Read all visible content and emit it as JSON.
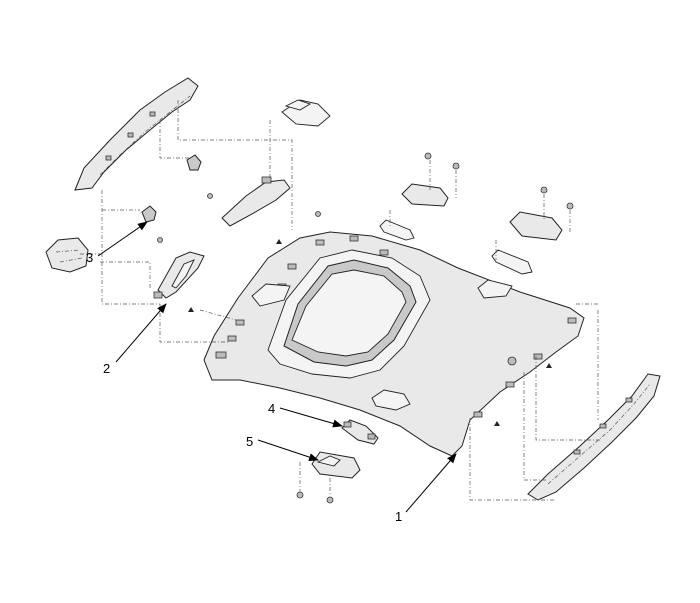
{
  "callouts": [
    {
      "id": "1",
      "label": "1",
      "part": "headlining"
    },
    {
      "id": "2",
      "label": "2",
      "part": "sunvisor"
    },
    {
      "id": "3",
      "label": "3",
      "part": "sunvisor-retainer"
    },
    {
      "id": "4",
      "label": "4",
      "part": "assist-handle"
    },
    {
      "id": "5",
      "label": "5",
      "part": "assist-handle-bracket"
    }
  ]
}
